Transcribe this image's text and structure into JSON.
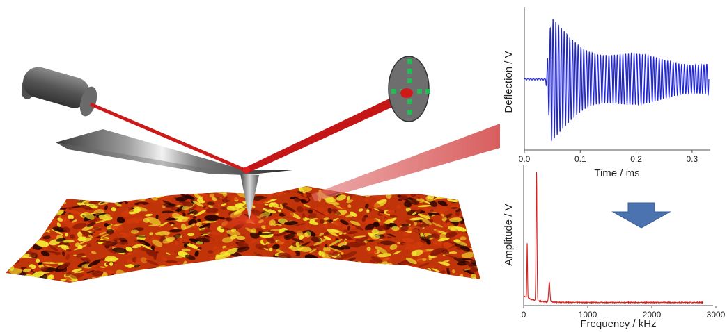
{
  "chart_data": [
    {
      "type": "line",
      "xlabel": "Time / ms",
      "ylabel": "Deflection / V",
      "xlim": [
        0.0,
        0.35
      ],
      "xticks": [
        "0.0",
        "0.1",
        "0.2",
        "0.3"
      ],
      "series_color": "#1f24d6",
      "signal": {
        "start": 0.0,
        "end": 0.33,
        "onset": 0.038,
        "peak_time": 0.048,
        "peak_amplitude": 1.0,
        "final_amplitude": 0.28,
        "frequency_khz": 200
      }
    },
    {
      "type": "line",
      "xlabel": "Frequency / kHz",
      "ylabel": "Amplitude / V",
      "xlim": [
        0,
        3000
      ],
      "xticks": [
        "0",
        "1000",
        "2000",
        "3000"
      ],
      "series_color": "#d62020",
      "peaks": [
        {
          "x": 55,
          "y": 0.42
        },
        {
          "x": 200,
          "y": 1.0
        },
        {
          "x": 400,
          "y": 0.15
        }
      ]
    }
  ],
  "colors": {
    "laser": "#cc1a1a",
    "arrow": "#4a73b0",
    "detector_spot": "#22bb55",
    "surface_high": "#f2e630",
    "surface_mid": "#d23a0a",
    "surface_low": "#2a0500"
  },
  "icons": {
    "laser_source": "laser-cylinder",
    "detector": "photodiode-ellipse",
    "process_arrow": "down-arrow"
  }
}
